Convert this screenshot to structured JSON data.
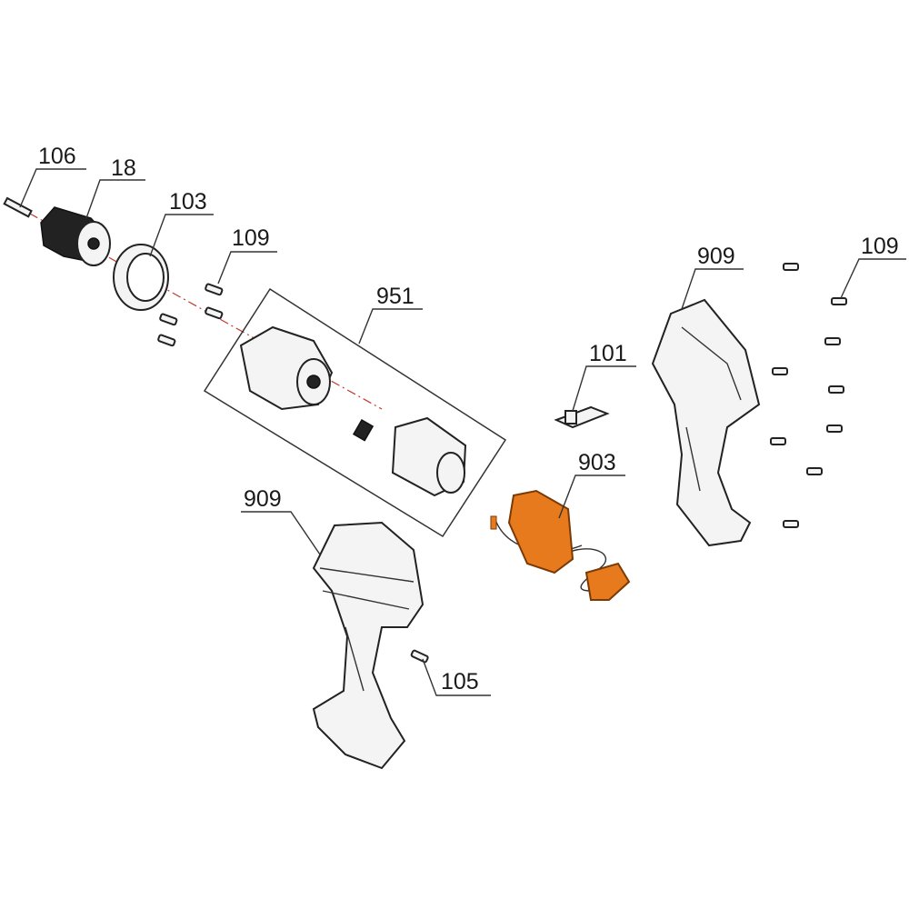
{
  "diagram": {
    "title": "Exploded parts diagram - cordless drill",
    "accent_color": "#e87a1e",
    "callouts": [
      {
        "id": "c106",
        "label": "106",
        "part": "screw"
      },
      {
        "id": "c18",
        "label": "18",
        "part": "chuck"
      },
      {
        "id": "c103",
        "label": "103",
        "part": "clutch-ring"
      },
      {
        "id": "c109a",
        "label": "109",
        "part": "screws"
      },
      {
        "id": "c951",
        "label": "951",
        "part": "gearbox-motor-assembly"
      },
      {
        "id": "c909a",
        "label": "909",
        "part": "housing-right"
      },
      {
        "id": "c109b",
        "label": "109",
        "part": "screws"
      },
      {
        "id": "c101",
        "label": "101",
        "part": "direction-slider"
      },
      {
        "id": "c903",
        "label": "903",
        "part": "switch"
      },
      {
        "id": "c909b",
        "label": "909",
        "part": "housing-left"
      },
      {
        "id": "c105",
        "label": "105",
        "part": "pin"
      }
    ]
  }
}
